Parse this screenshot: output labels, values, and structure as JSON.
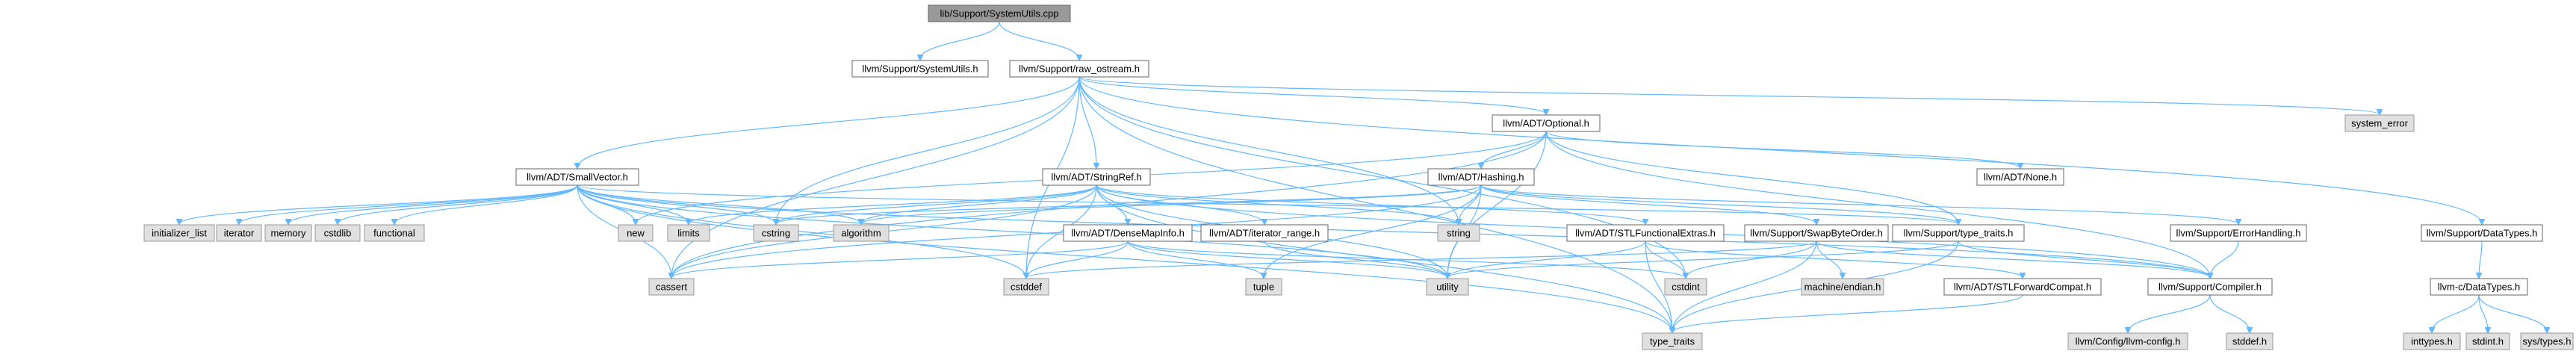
{
  "colors": {
    "root_fill": "#999999",
    "root_stroke": "#666666",
    "internal_fill": "#ffffff",
    "internal_stroke": "#666666",
    "external_fill": "#e0e0e0",
    "external_stroke": "#999999",
    "edge": "#63b8ff"
  },
  "nodes": [
    {
      "id": "root",
      "label": "lib/Support/SystemUtils.cpp",
      "kind": "root"
    },
    {
      "id": "sysutils_h",
      "label": "llvm/Support/SystemUtils.h",
      "kind": "internal"
    },
    {
      "id": "raw_ostream",
      "label": "llvm/Support/raw_ostream.h",
      "kind": "internal"
    },
    {
      "id": "optional",
      "label": "llvm/ADT/Optional.h",
      "kind": "internal"
    },
    {
      "id": "system_error",
      "label": "system_error",
      "kind": "external"
    },
    {
      "id": "smallvector",
      "label": "llvm/ADT/SmallVector.h",
      "kind": "internal"
    },
    {
      "id": "stringref",
      "label": "llvm/ADT/StringRef.h",
      "kind": "internal"
    },
    {
      "id": "hashing",
      "label": "llvm/ADT/Hashing.h",
      "kind": "internal"
    },
    {
      "id": "none",
      "label": "llvm/ADT/None.h",
      "kind": "internal"
    },
    {
      "id": "datatypes_h",
      "label": "llvm/Support/DataTypes.h",
      "kind": "internal"
    },
    {
      "id": "initializer_list",
      "label": "initializer_list",
      "kind": "external"
    },
    {
      "id": "iterator",
      "label": "iterator",
      "kind": "external"
    },
    {
      "id": "memory",
      "label": "memory",
      "kind": "external"
    },
    {
      "id": "cstdlib",
      "label": "cstdlib",
      "kind": "external"
    },
    {
      "id": "functional",
      "label": "functional",
      "kind": "external"
    },
    {
      "id": "new",
      "label": "new",
      "kind": "external"
    },
    {
      "id": "limits",
      "label": "limits",
      "kind": "external"
    },
    {
      "id": "cstring",
      "label": "cstring",
      "kind": "external"
    },
    {
      "id": "algorithm",
      "label": "algorithm",
      "kind": "external"
    },
    {
      "id": "densemapinfo",
      "label": "llvm/ADT/DenseMapInfo.h",
      "kind": "internal"
    },
    {
      "id": "iterator_range",
      "label": "llvm/ADT/iterator_range.h",
      "kind": "internal"
    },
    {
      "id": "string",
      "label": "string",
      "kind": "external"
    },
    {
      "id": "stlfunctionalextras",
      "label": "llvm/ADT/STLFunctionalExtras.h",
      "kind": "internal"
    },
    {
      "id": "swapbyteorder",
      "label": "llvm/Support/SwapByteOrder.h",
      "kind": "internal"
    },
    {
      "id": "type_traits_h",
      "label": "llvm/Support/type_traits.h",
      "kind": "internal"
    },
    {
      "id": "errorhandling",
      "label": "llvm/Support/ErrorHandling.h",
      "kind": "internal"
    },
    {
      "id": "cassert",
      "label": "cassert",
      "kind": "external"
    },
    {
      "id": "cstddef",
      "label": "cstddef",
      "kind": "external"
    },
    {
      "id": "tuple",
      "label": "tuple",
      "kind": "external"
    },
    {
      "id": "utility",
      "label": "utility",
      "kind": "external"
    },
    {
      "id": "cstdint",
      "label": "cstdint",
      "kind": "external"
    },
    {
      "id": "machine_endian",
      "label": "machine/endian.h",
      "kind": "external"
    },
    {
      "id": "stlforwardcompat",
      "label": "llvm/ADT/STLForwardCompat.h",
      "kind": "internal"
    },
    {
      "id": "compiler",
      "label": "llvm/Support/Compiler.h",
      "kind": "internal"
    },
    {
      "id": "llvmc_datatypes",
      "label": "llvm-c/DataTypes.h",
      "kind": "internal"
    },
    {
      "id": "type_traits",
      "label": "type_traits",
      "kind": "external"
    },
    {
      "id": "llvm_config",
      "label": "llvm/Config/llvm-config.h",
      "kind": "external"
    },
    {
      "id": "stddef",
      "label": "stddef.h",
      "kind": "external"
    },
    {
      "id": "inttypes",
      "label": "inttypes.h",
      "kind": "external"
    },
    {
      "id": "stdint",
      "label": "stdint.h",
      "kind": "external"
    },
    {
      "id": "sys_types",
      "label": "sys/types.h",
      "kind": "external"
    }
  ],
  "edges": [
    [
      "root",
      "sysutils_h"
    ],
    [
      "root",
      "raw_ostream"
    ],
    [
      "raw_ostream",
      "optional"
    ],
    [
      "raw_ostream",
      "system_error"
    ],
    [
      "raw_ostream",
      "smallvector"
    ],
    [
      "raw_ostream",
      "stringref"
    ],
    [
      "raw_ostream",
      "datatypes_h"
    ],
    [
      "raw_ostream",
      "cassert"
    ],
    [
      "raw_ostream",
      "cstddef"
    ],
    [
      "raw_ostream",
      "cstdint"
    ],
    [
      "raw_ostream",
      "cstring"
    ],
    [
      "raw_ostream",
      "string"
    ],
    [
      "raw_ostream",
      "type_traits"
    ],
    [
      "optional",
      "hashing"
    ],
    [
      "optional",
      "none"
    ],
    [
      "optional",
      "compiler"
    ],
    [
      "optional",
      "type_traits_h"
    ],
    [
      "optional",
      "cassert"
    ],
    [
      "optional",
      "new"
    ],
    [
      "optional",
      "utility"
    ],
    [
      "smallvector",
      "compiler"
    ],
    [
      "smallvector",
      "type_traits_h"
    ],
    [
      "smallvector",
      "algorithm"
    ],
    [
      "smallvector",
      "cassert"
    ],
    [
      "smallvector",
      "cstddef"
    ],
    [
      "smallvector",
      "cstdlib"
    ],
    [
      "smallvector",
      "cstring"
    ],
    [
      "smallvector",
      "functional"
    ],
    [
      "smallvector",
      "initializer_list"
    ],
    [
      "smallvector",
      "iterator"
    ],
    [
      "smallvector",
      "limits"
    ],
    [
      "smallvector",
      "memory"
    ],
    [
      "smallvector",
      "new"
    ],
    [
      "smallvector",
      "type_traits"
    ],
    [
      "smallvector",
      "utility"
    ],
    [
      "stringref",
      "densemapinfo"
    ],
    [
      "stringref",
      "stlfunctionalextras"
    ],
    [
      "stringref",
      "iterator_range"
    ],
    [
      "stringref",
      "compiler"
    ],
    [
      "stringref",
      "algorithm"
    ],
    [
      "stringref",
      "cassert"
    ],
    [
      "stringref",
      "cstddef"
    ],
    [
      "stringref",
      "cstring"
    ],
    [
      "stringref",
      "limits"
    ],
    [
      "stringref",
      "string"
    ],
    [
      "stringref",
      "type_traits"
    ],
    [
      "stringref",
      "utility"
    ],
    [
      "hashing",
      "errorhandling"
    ],
    [
      "hashing",
      "swapbyteorder"
    ],
    [
      "hashing",
      "type_traits_h"
    ],
    [
      "hashing",
      "algorithm"
    ],
    [
      "hashing",
      "cassert"
    ],
    [
      "hashing",
      "cstring"
    ],
    [
      "hashing",
      "string"
    ],
    [
      "hashing",
      "tuple"
    ],
    [
      "hashing",
      "utility"
    ],
    [
      "densemapinfo",
      "cassert"
    ],
    [
      "densemapinfo",
      "cstddef"
    ],
    [
      "densemapinfo",
      "cstdint"
    ],
    [
      "densemapinfo",
      "tuple"
    ],
    [
      "densemapinfo",
      "utility"
    ],
    [
      "iterator_range",
      "utility"
    ],
    [
      "stlfunctionalextras",
      "stlforwardcompat"
    ],
    [
      "stlfunctionalextras",
      "cstdint"
    ],
    [
      "stlfunctionalextras",
      "type_traits"
    ],
    [
      "stlfunctionalextras",
      "utility"
    ],
    [
      "swapbyteorder",
      "compiler"
    ],
    [
      "swapbyteorder",
      "cstddef"
    ],
    [
      "swapbyteorder",
      "cstdint"
    ],
    [
      "swapbyteorder",
      "type_traits"
    ],
    [
      "swapbyteorder",
      "machine_endian"
    ],
    [
      "type_traits_h",
      "compiler"
    ],
    [
      "type_traits_h",
      "type_traits"
    ],
    [
      "type_traits_h",
      "utility"
    ],
    [
      "errorhandling",
      "compiler"
    ],
    [
      "stlforwardcompat",
      "type_traits"
    ],
    [
      "compiler",
      "llvm_config"
    ],
    [
      "compiler",
      "stddef"
    ],
    [
      "datatypes_h",
      "llvmc_datatypes"
    ],
    [
      "llvmc_datatypes",
      "inttypes"
    ],
    [
      "llvmc_datatypes",
      "stdint"
    ],
    [
      "llvmc_datatypes",
      "sys_types"
    ]
  ]
}
